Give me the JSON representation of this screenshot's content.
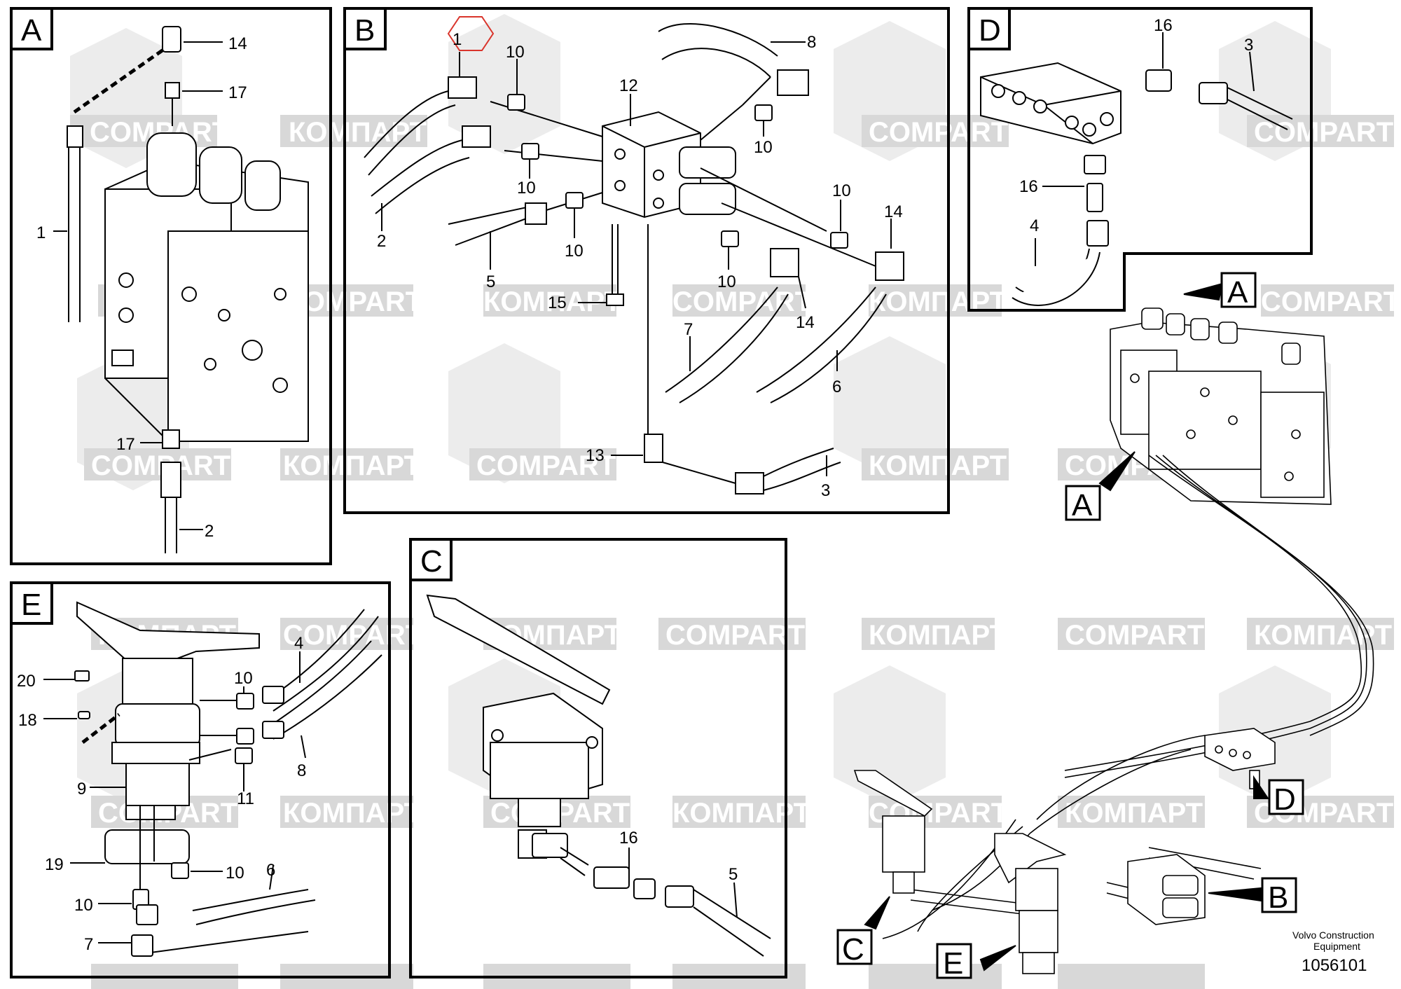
{
  "watermarks": {
    "latin": "COMPART",
    "cyrillic": "КОМПАРТ"
  },
  "panels": {
    "A": {
      "title": "A",
      "callouts": [
        "14",
        "17",
        "1",
        "17",
        "2"
      ]
    },
    "B": {
      "title": "B",
      "callouts": [
        "1",
        "10",
        "8",
        "12",
        "10",
        "10",
        "10",
        "2",
        "14",
        "5",
        "10",
        "10",
        "15",
        "14",
        "7",
        "6",
        "13",
        "3"
      ]
    },
    "D": {
      "title": "D",
      "callouts": [
        "16",
        "3",
        "16",
        "4"
      ]
    },
    "C": {
      "title": "C",
      "callouts": [
        "16",
        "5"
      ]
    },
    "E": {
      "title": "E",
      "callouts": [
        "4",
        "20",
        "10",
        "18",
        "8",
        "11",
        "9",
        "6",
        "19",
        "10",
        "10",
        "7"
      ]
    }
  },
  "overview": {
    "labels": [
      "A",
      "A",
      "D",
      "B",
      "C",
      "E"
    ]
  },
  "footer": {
    "company_line1": "Volvo Construction",
    "company_line2": "Equipment",
    "drawing_number": "1056101"
  },
  "highlight_color": "#d9342b"
}
